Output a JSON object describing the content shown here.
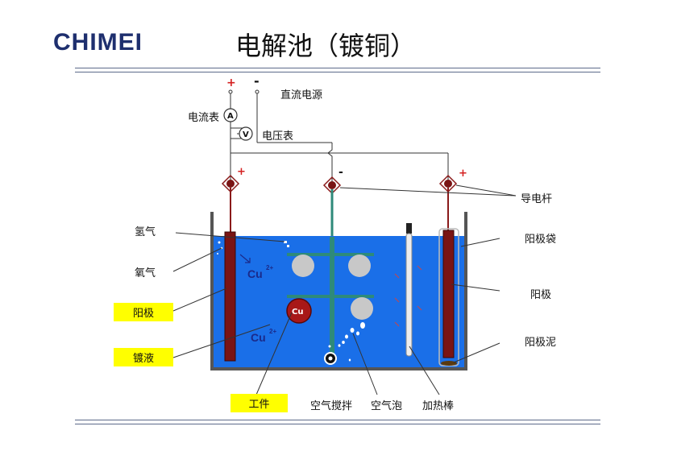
{
  "header": {
    "logo": "CHIMEI",
    "title": "电解池（镀铜）"
  },
  "diagram": {
    "labels": {
      "dc_source": "直流电源",
      "ammeter": "电流表",
      "voltmeter": "电压表",
      "conductive_rod": "导电杆",
      "hydrogen": "氢气",
      "oxygen": "氧气",
      "anode_left": "阳极",
      "plating_solution": "镀液",
      "workpiece": "工件",
      "air_stirring": "空气搅拌",
      "air_bubble": "空气泡",
      "heater_rod": "加热棒",
      "anode_bag": "阳极袋",
      "anode_right": "阳极",
      "anode_sludge": "阳极泥"
    },
    "symbols": {
      "plus": "+",
      "minus": "-",
      "ammeter_letter": "A",
      "voltmeter_letter": "V",
      "copper_ion": "Cu",
      "charge": "2+",
      "copper_atom": "Cu"
    },
    "colors": {
      "solution": "#1a6fe8",
      "anode": "#7a1414",
      "terminal_plus": "#d42020",
      "highlight": "#ffff00",
      "logo": "#1e2f6e"
    }
  }
}
